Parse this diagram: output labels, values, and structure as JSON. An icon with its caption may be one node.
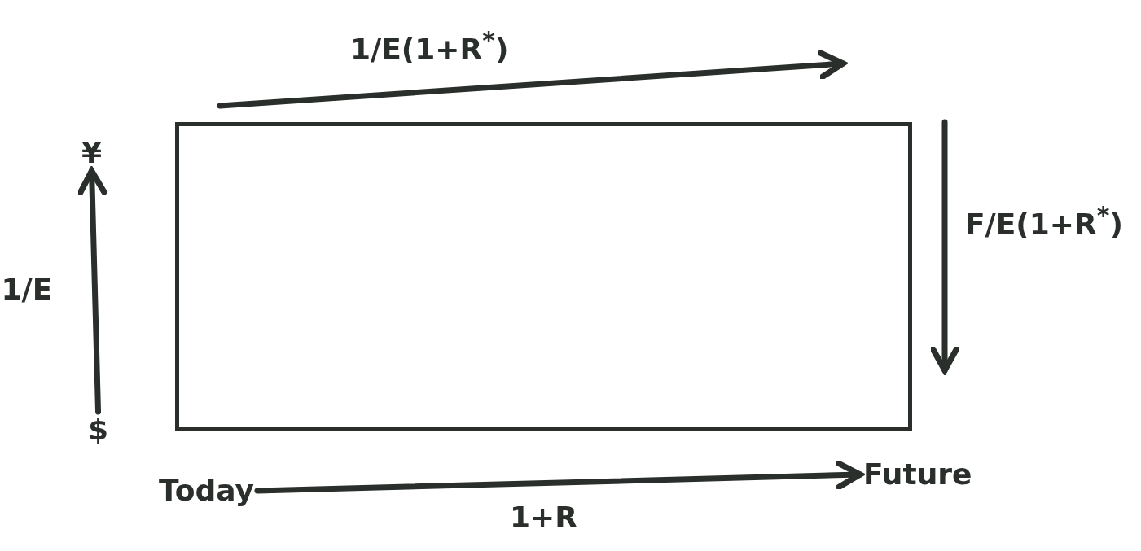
{
  "diagram": {
    "nodes": [
      {
        "text": [
          "¥"
        ]
      },
      {
        "text": [
          "$"
        ]
      },
      {
        "text": [
          "Today"
        ]
      },
      {
        "text": [
          "Future"
        ]
      },
      {
        "text": [],
        "shape": "box"
      }
    ],
    "edges": [
      {
        "from": 1,
        "to": 0,
        "arrow": "to",
        "label": "1/E"
      },
      {
        "from": 2,
        "to": 3,
        "arrow": "to",
        "label": "1+R"
      }
    ],
    "labels": [
      "1/E(1+R$^{*}$)",
      "F/E(1+R$^{*}$)"
    ]
  }
}
